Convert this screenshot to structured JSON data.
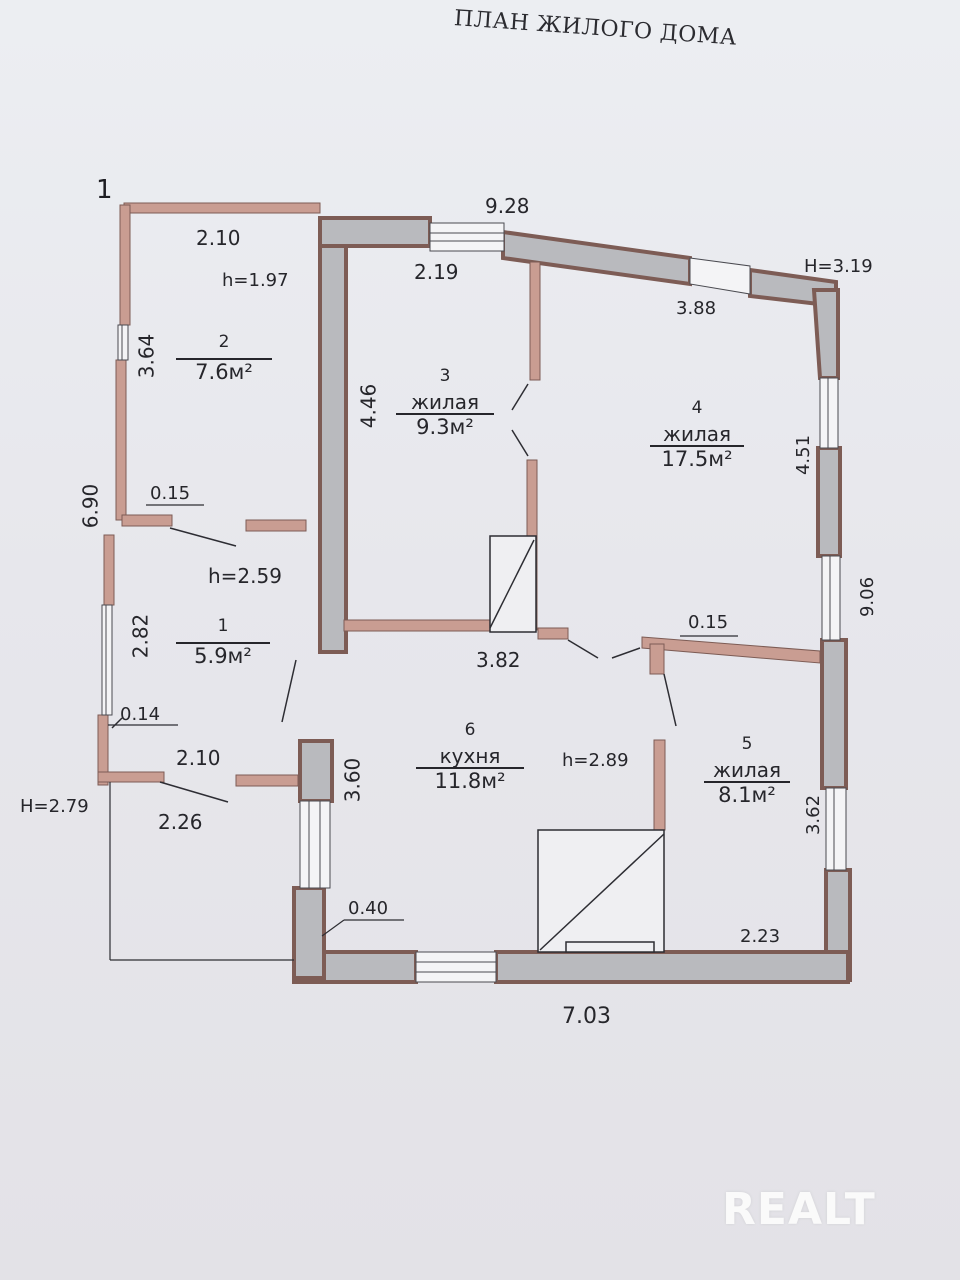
{
  "header": {
    "title": "ПЛАН ЖИЛОГО ДОМА",
    "sheet_number": "1"
  },
  "rooms": [
    {
      "number": "1",
      "name": "",
      "area": "5.9м²"
    },
    {
      "number": "2",
      "name": "",
      "area": "7.6м²"
    },
    {
      "number": "3",
      "name": "жилая",
      "area": "9.3м²"
    },
    {
      "number": "4",
      "name": "жилая",
      "area": "17.5м²"
    },
    {
      "number": "5",
      "name": "жилая",
      "area": "8.1м²"
    },
    {
      "number": "6",
      "name": "кухня",
      "area": "11.8м²"
    }
  ],
  "dimensions": {
    "d_928": "9.28",
    "d_210_top": "2.10",
    "d_219": "2.19",
    "d_388": "3.88",
    "d_364": "3.64",
    "d_446": "4.46",
    "d_451": "4.51",
    "d_690": "6.90",
    "d_015_left": "0.15",
    "d_282": "2.82",
    "d_906": "9.06",
    "d_382": "3.82",
    "d_015_right": "0.15",
    "d_014": "0.14",
    "d_210_bottom": "2.10",
    "d_360": "3.60",
    "d_226": "2.26",
    "d_362": "3.62",
    "d_040": "0.40",
    "d_223": "2.23",
    "d_703": "7.03"
  },
  "heights": {
    "H_319": "H=3.19",
    "h_197": "h=1.97",
    "h_259": "h=2.59",
    "h_289": "h=2.89",
    "H_279": "H=2.79"
  },
  "watermark": "REALT",
  "colors": {
    "wall_fill": "#b9babe",
    "wall_pink": "#c99d92",
    "line": "#2d2d33",
    "paper": "#e8e8ed"
  }
}
